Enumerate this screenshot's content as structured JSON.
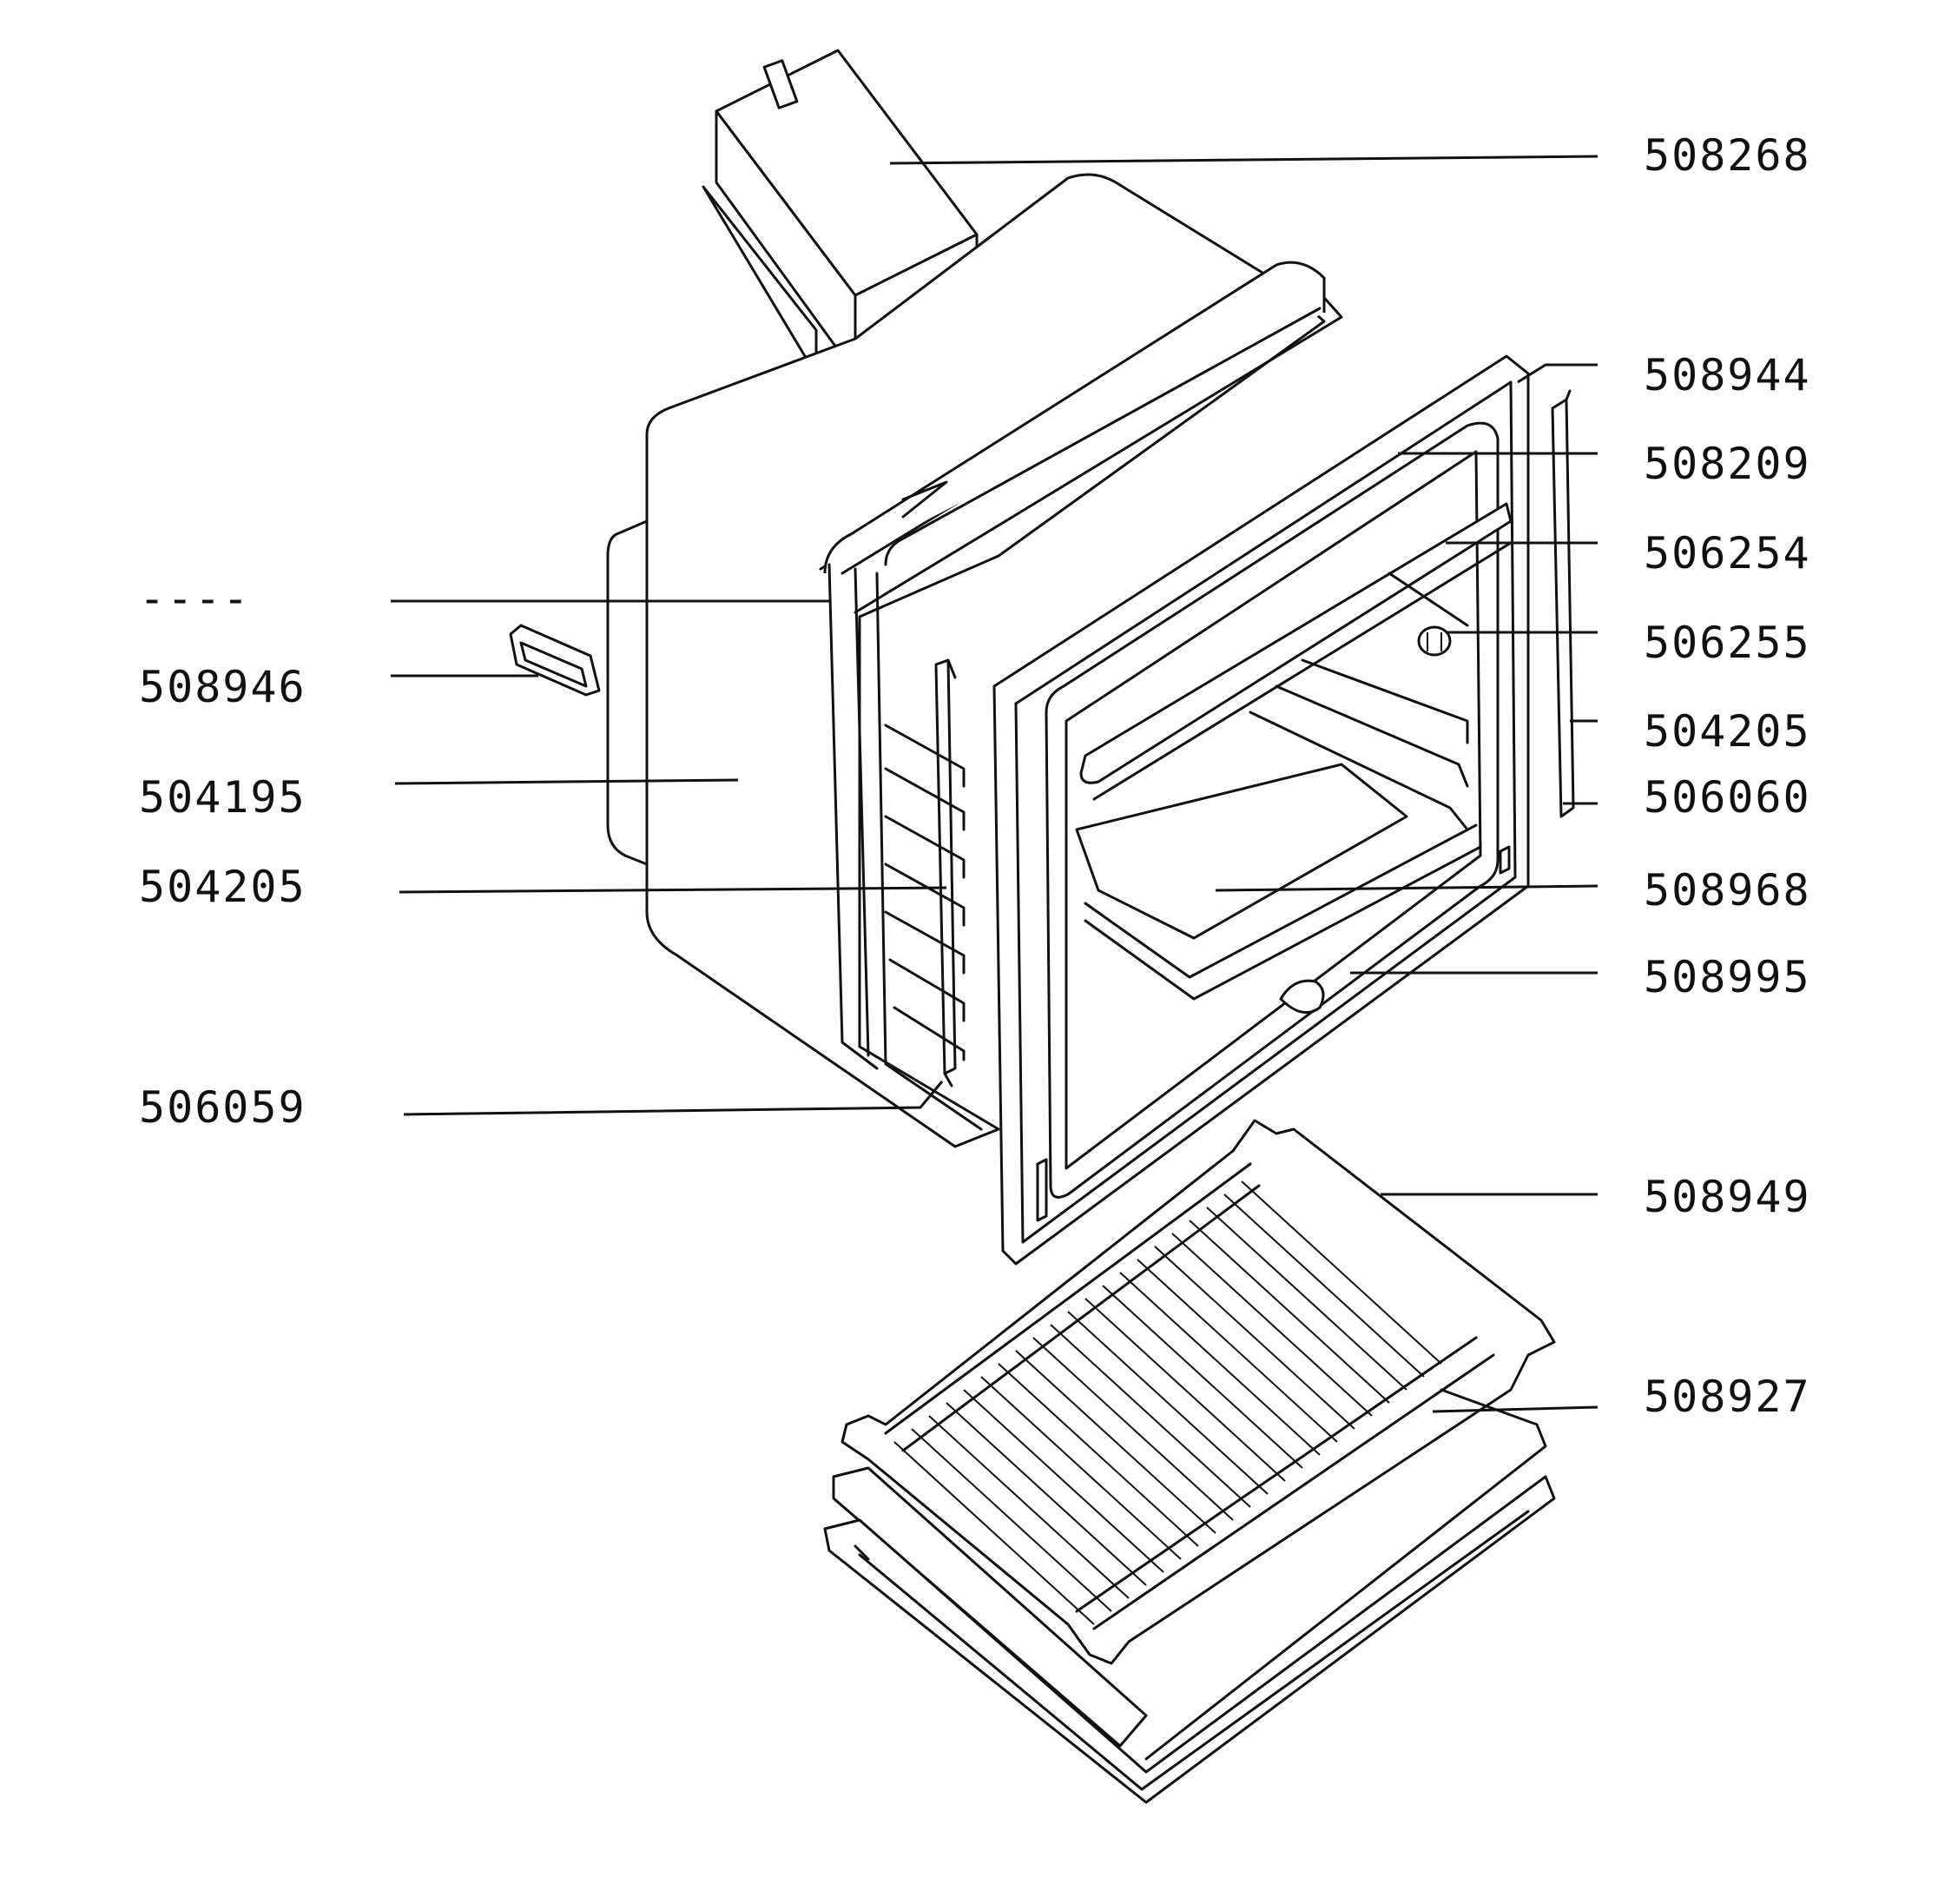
{
  "colors": {
    "ink": "#111111",
    "paper": "#ffffff"
  },
  "labels": {
    "right": {
      "fan_cover": "508268",
      "door_seal_clip": "508944",
      "door_seal": "508209",
      "top_heater": "506254",
      "lamp": "506255",
      "side_rail_right": "504205",
      "rail_clip_right": "506060",
      "bottom_panel": "508968",
      "front_frame": "508995",
      "wire_shelf": "508949",
      "baking_tray": "508927"
    },
    "left": {
      "unlabelled": "----",
      "hinge_bracket": "508946",
      "oven_cavity": "504195",
      "side_rail_left": "504205",
      "rail_clip_left": "506059"
    }
  }
}
